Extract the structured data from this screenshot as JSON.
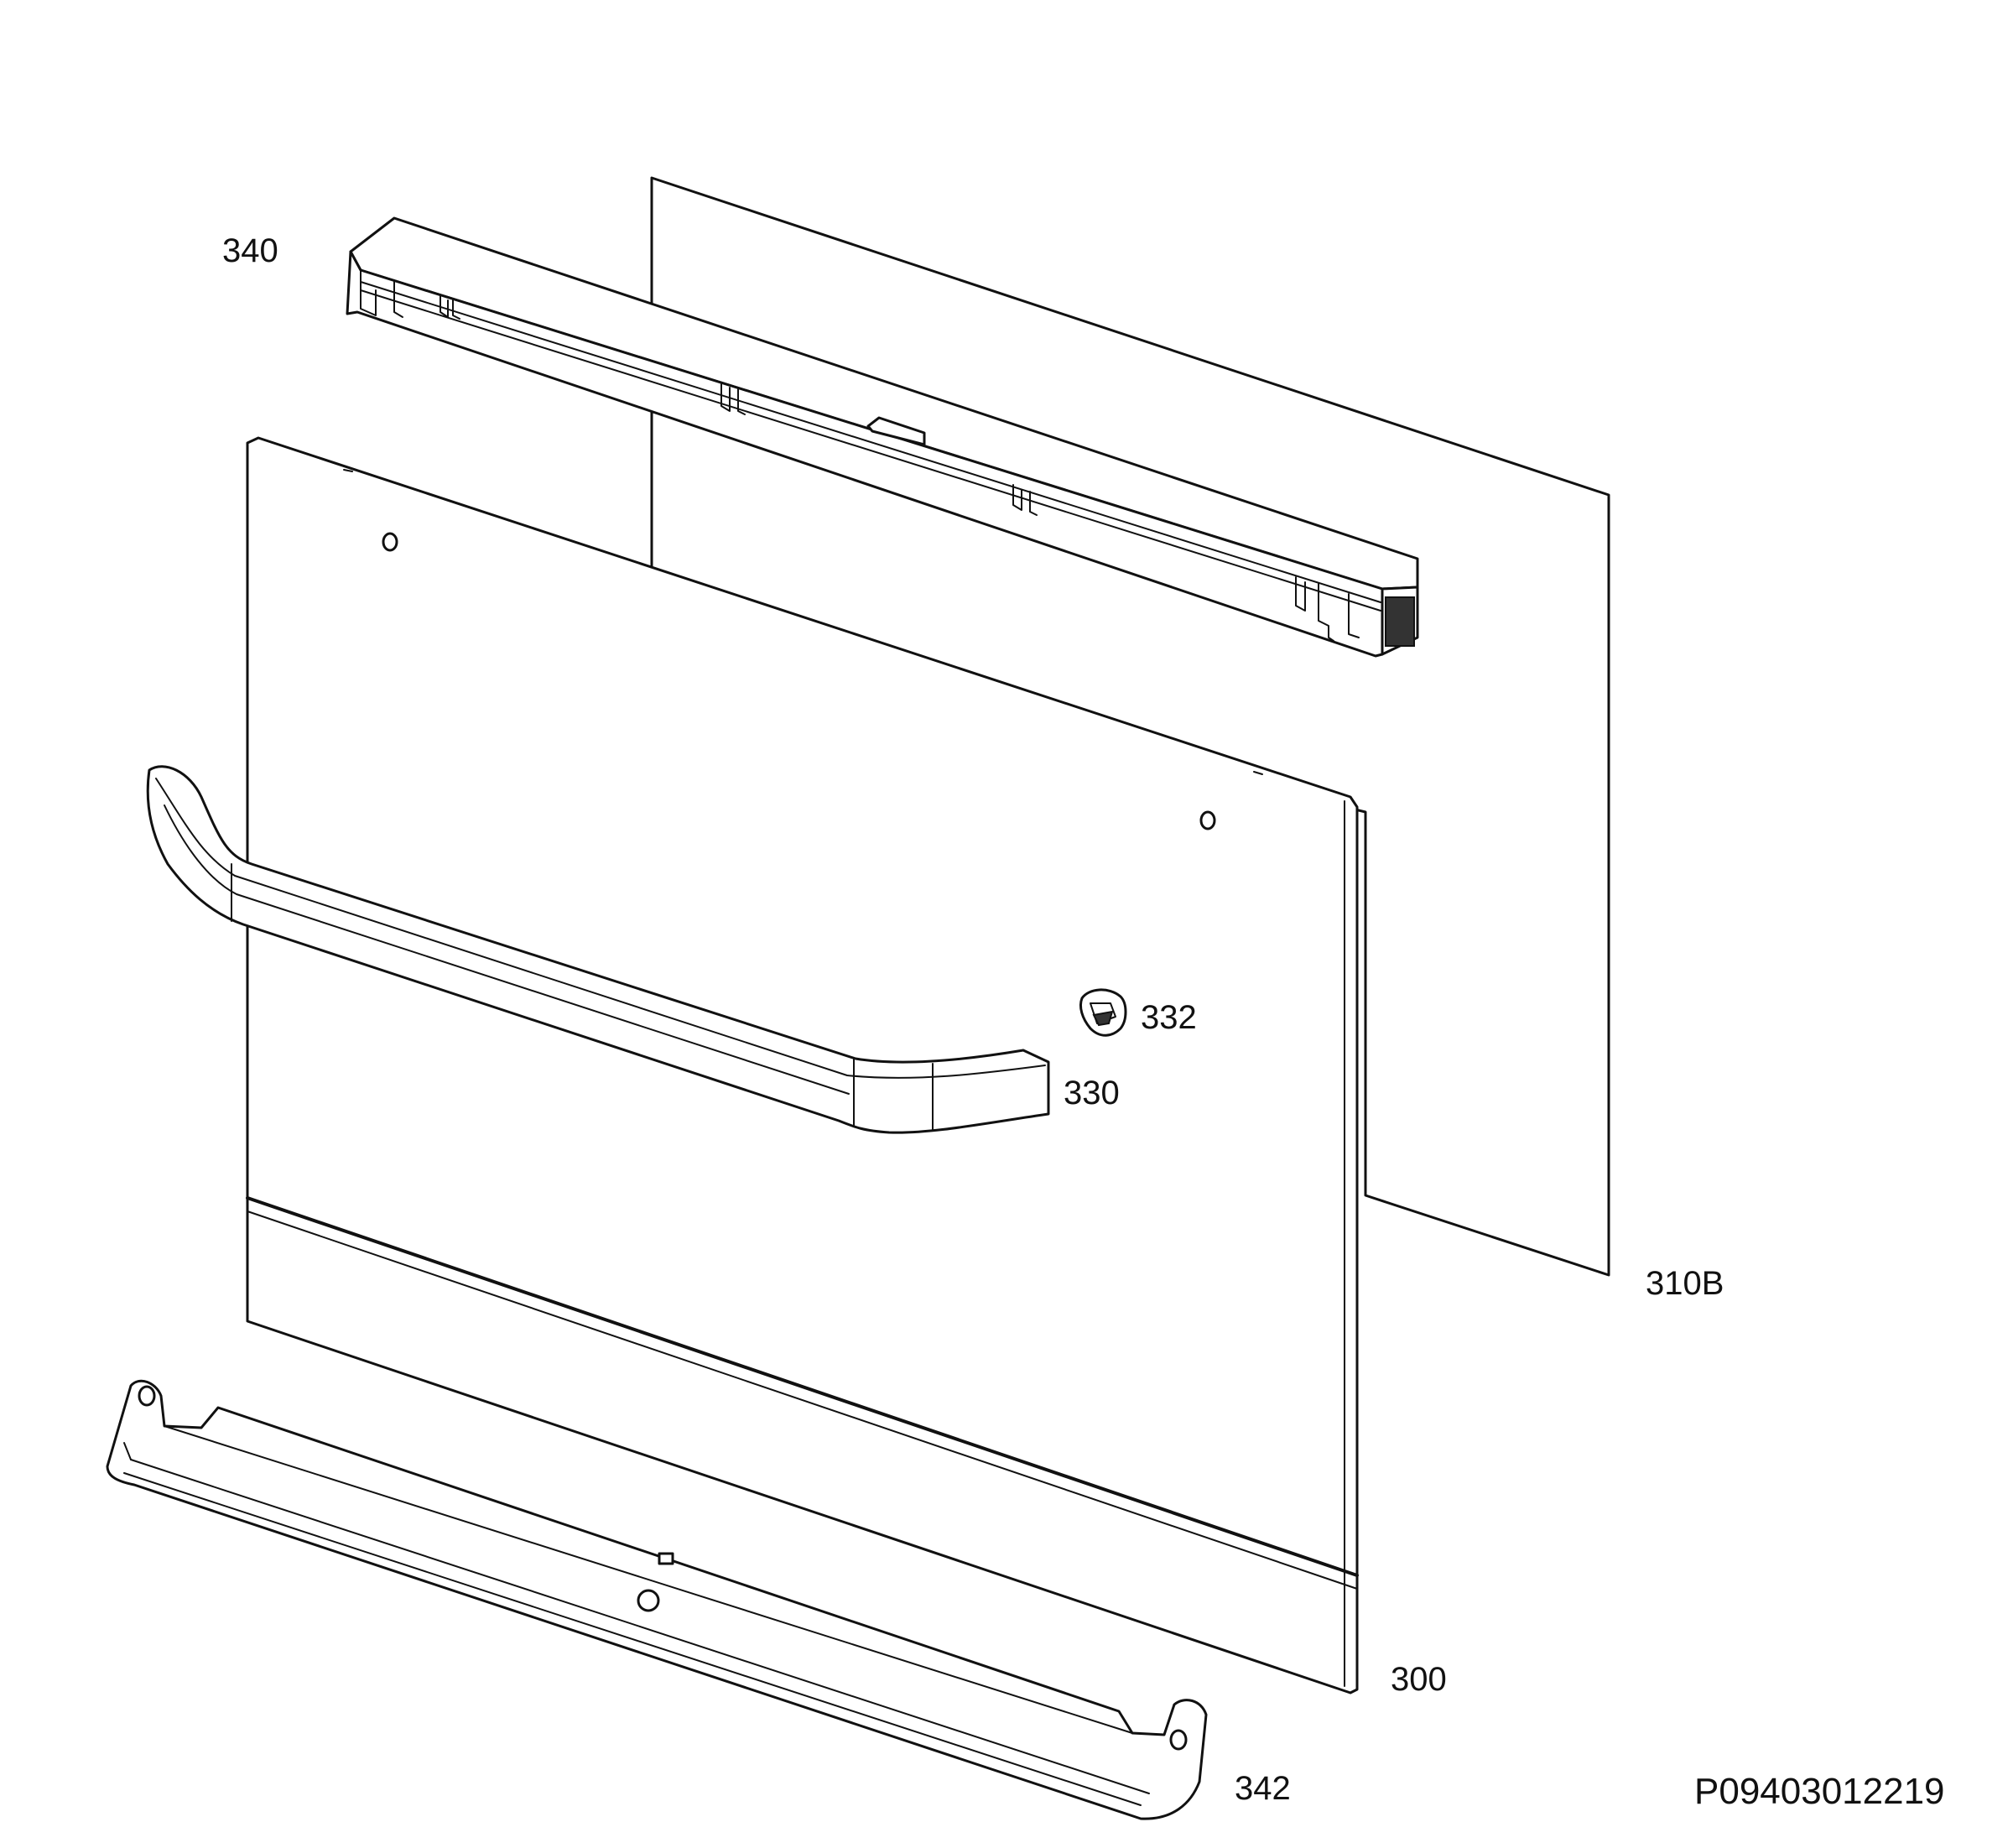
{
  "diagram": {
    "drawing_code": "P09403012219",
    "parts": [
      {
        "id": "glass_rear",
        "label": "310B"
      },
      {
        "id": "top_trim",
        "label": "340"
      },
      {
        "id": "door_front",
        "label": "300"
      },
      {
        "id": "handle",
        "label": "330"
      },
      {
        "id": "handle_cap",
        "label": "332"
      },
      {
        "id": "bottom_trim",
        "label": "342"
      }
    ]
  },
  "colors": {
    "line": "#111111",
    "fill": "#ffffff"
  }
}
